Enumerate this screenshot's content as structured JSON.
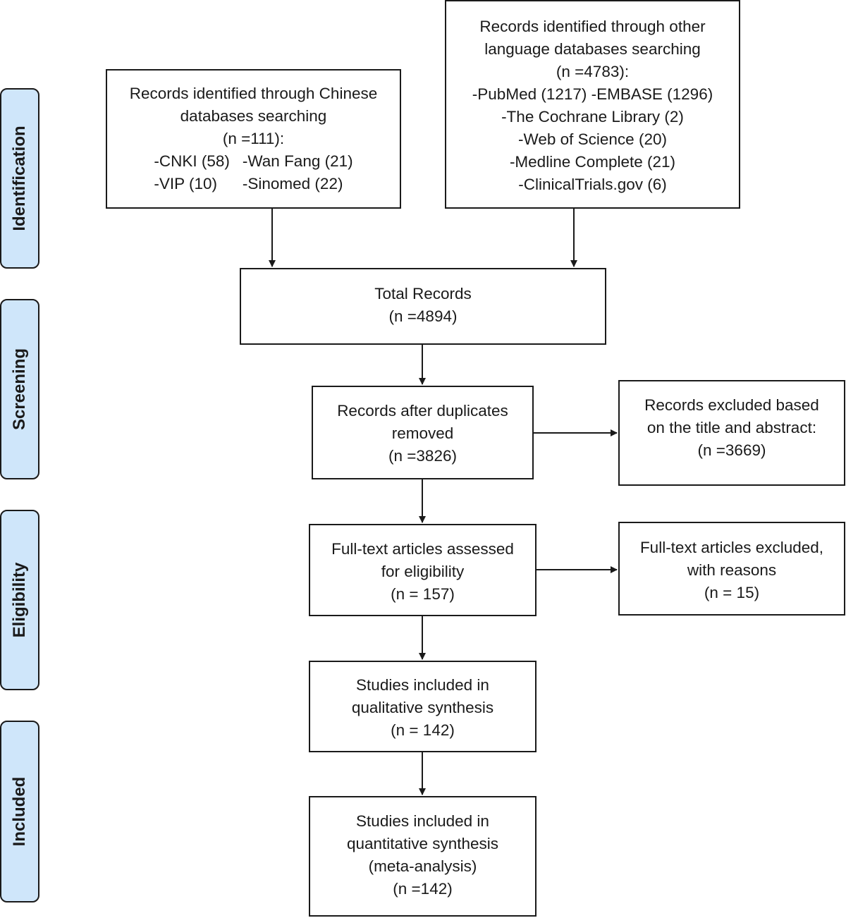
{
  "stages": {
    "identification": "Identification",
    "screening": "Screening",
    "eligibility": "Eligibility",
    "included": "Included"
  },
  "boxes": {
    "chinese_db": {
      "lines": [
        "Records identified through Chinese",
        "databases searching",
        "(n =111):"
      ],
      "sources": [
        [
          "-CNKI (58)",
          "-Wan Fang (21)"
        ],
        [
          "-VIP (10)",
          "-Sinomed (22)"
        ]
      ]
    },
    "other_db": {
      "lines": [
        "Records identified through other",
        "language databases searching",
        "(n =4783):",
        "-PubMed (1217) -EMBASE (1296)",
        "-The Cochrane Library (2)",
        "-Web of Science (20)",
        "-Medline Complete (21)",
        "-ClinicalTrials.gov (6)"
      ]
    },
    "total": {
      "lines": [
        "Total Records",
        "(n =4894)"
      ]
    },
    "dedup": {
      "lines": [
        "Records after duplicates",
        "removed",
        "(n =3826)"
      ]
    },
    "excluded_title": {
      "lines": [
        "Records excluded based",
        "on the title and abstract:",
        "(n =3669)"
      ]
    },
    "fulltext": {
      "lines": [
        "Full-text articles assessed",
        "for eligibility",
        "(n = 157)"
      ]
    },
    "fulltext_excluded": {
      "lines": [
        "Full-text articles excluded,",
        "with reasons",
        "(n = 15)"
      ]
    },
    "qualitative": {
      "lines": [
        "Studies included in",
        "qualitative synthesis",
        "(n = 142)"
      ]
    },
    "quantitative": {
      "lines": [
        "Studies included in",
        "quantitative synthesis",
        "(meta-analysis)",
        "(n =142)"
      ]
    }
  }
}
